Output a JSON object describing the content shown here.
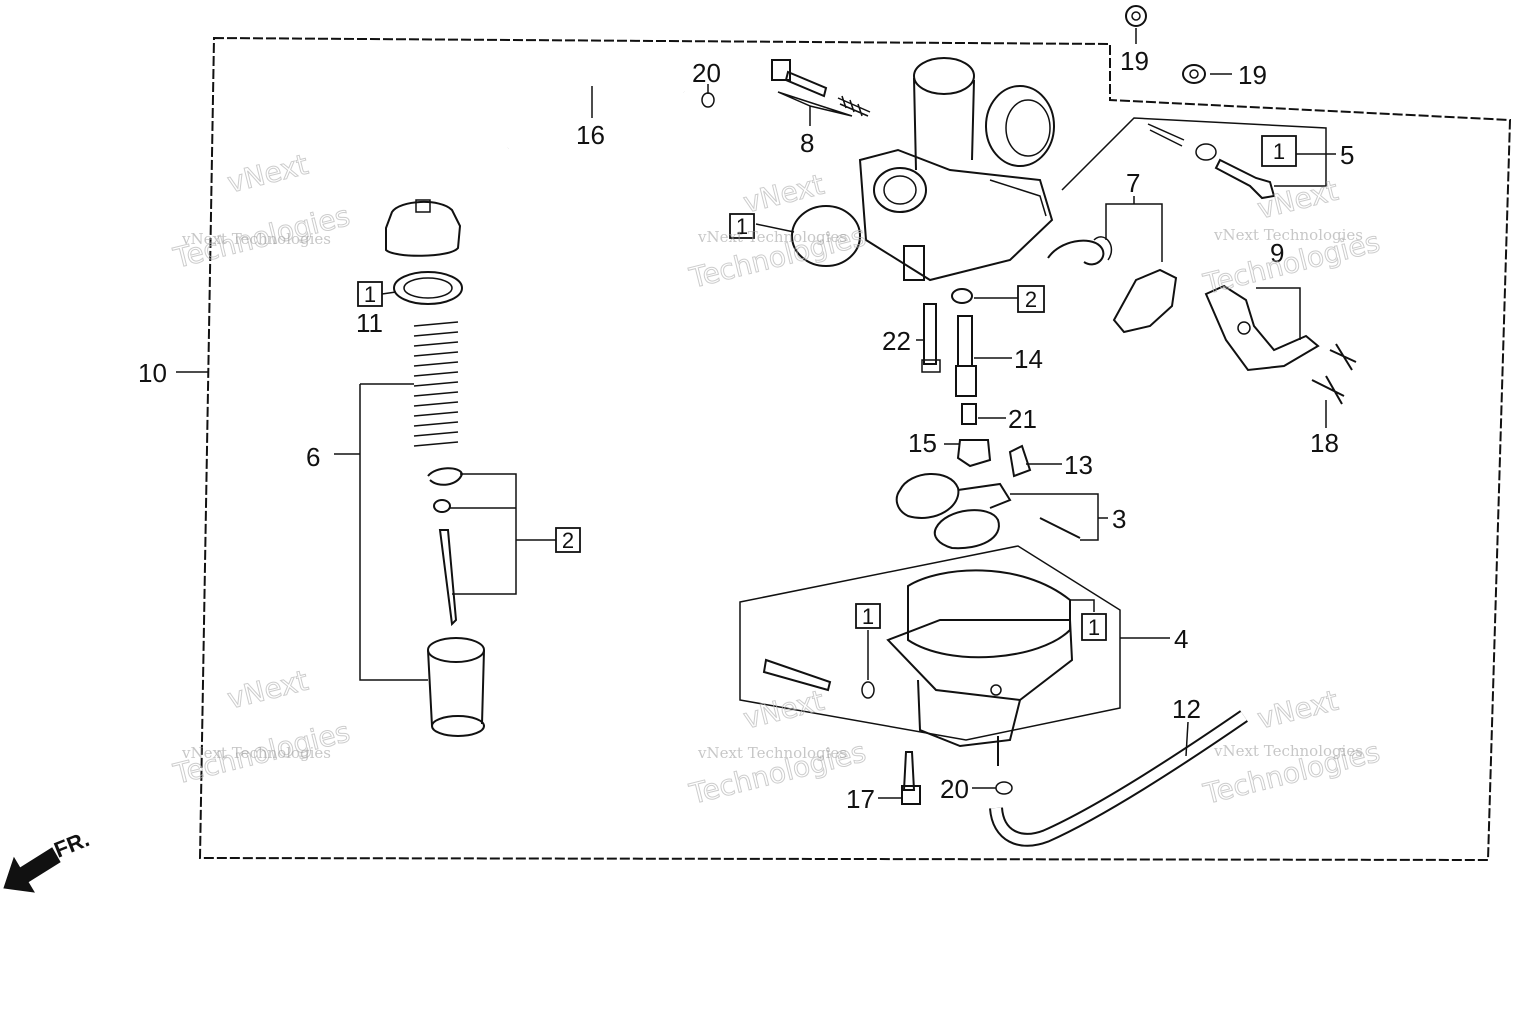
{
  "callouts": [
    {
      "label": "1"
    },
    {
      "label": "2"
    },
    {
      "label": "3"
    },
    {
      "label": "4"
    },
    {
      "label": "5"
    },
    {
      "label": "6"
    },
    {
      "label": "7"
    },
    {
      "label": "8"
    },
    {
      "label": "9"
    },
    {
      "label": "10"
    },
    {
      "label": "11"
    },
    {
      "label": "12"
    },
    {
      "label": "13"
    },
    {
      "label": "14"
    },
    {
      "label": "15"
    },
    {
      "label": "16"
    },
    {
      "label": "17"
    },
    {
      "label": "18"
    },
    {
      "label": "19"
    },
    {
      "label": "19"
    },
    {
      "label": "20"
    },
    {
      "label": "20"
    },
    {
      "label": "21"
    },
    {
      "label": "22"
    }
  ],
  "boxed_callouts": [
    {
      "label": "1"
    },
    {
      "label": "1"
    },
    {
      "label": "2"
    },
    {
      "label": "1"
    },
    {
      "label": "1"
    },
    {
      "label": "1"
    },
    {
      "label": "2"
    }
  ],
  "watermark": {
    "line1": "vNext Technologies",
    "line2": "vNext",
    "line3": "Technologies"
  },
  "direction": {
    "label": "FR."
  },
  "colors": {
    "ink": "#111111",
    "watermark": "#9a9a9a"
  }
}
